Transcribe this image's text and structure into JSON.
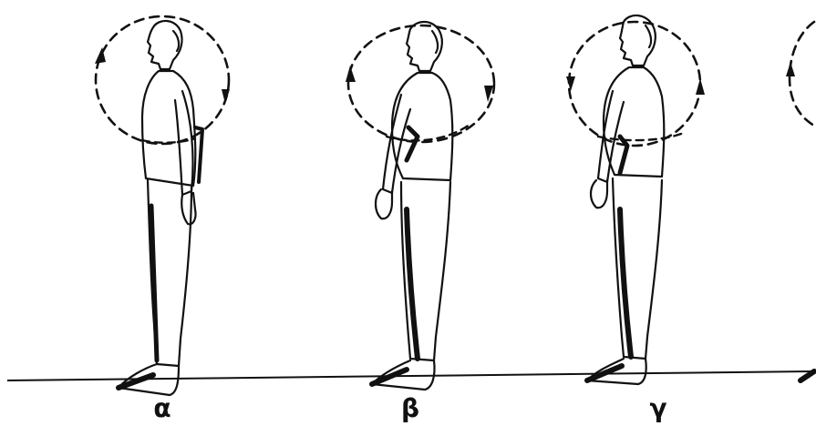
{
  "figure": {
    "labels": [
      "α",
      "β",
      "γ"
    ],
    "colors": {
      "ink": "#111111",
      "background": "#ffffff"
    }
  }
}
